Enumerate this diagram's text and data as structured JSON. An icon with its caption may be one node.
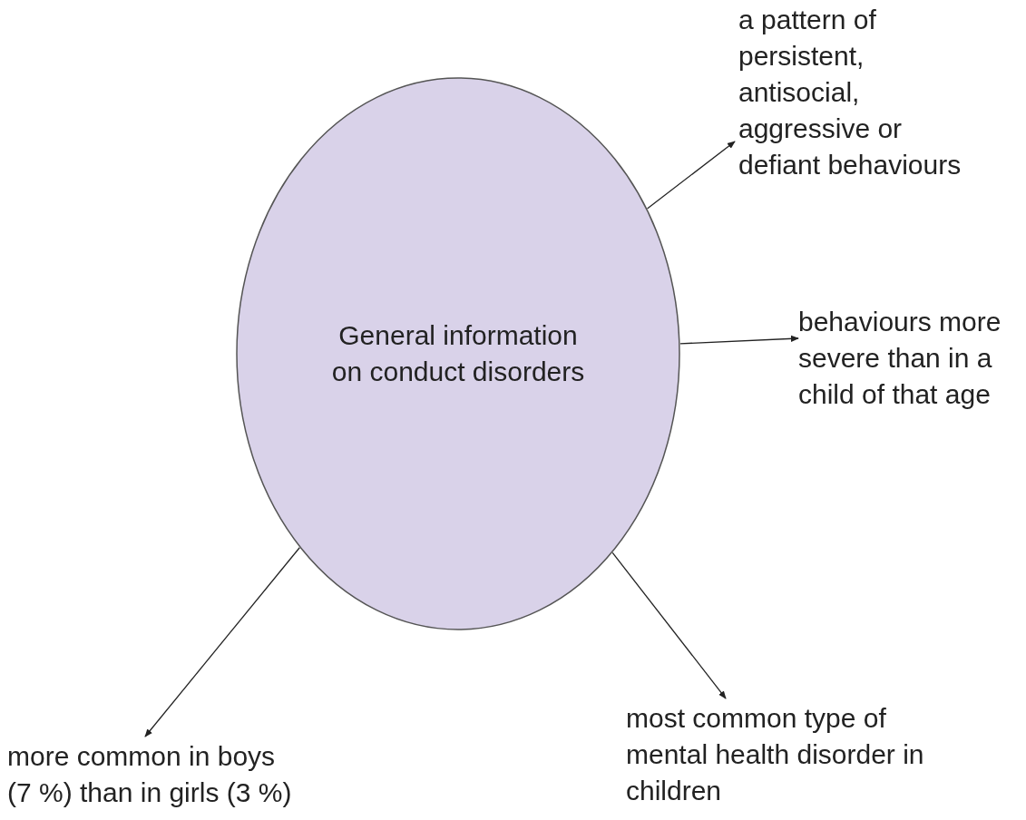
{
  "diagram": {
    "nodes": [
      {
        "text": [
          "General information on conduct disorders"
        ]
      },
      {
        "text": [
          "a pattern of persistent, antisocial, aggressive or defiant behaviours"
        ]
      },
      {
        "text": [
          "behaviours more severe than in a child of that age"
        ]
      },
      {
        "text": [
          "most common type of mental health disorder in children"
        ]
      },
      {
        "text": [
          "more common in boys (7 %) than in girls (3 %)"
        ]
      }
    ],
    "edges": [
      {
        "from": 0,
        "to": 1,
        "arrow": "to"
      },
      {
        "from": 0,
        "to": 2,
        "arrow": "to"
      },
      {
        "from": 0,
        "to": 3,
        "arrow": "to"
      },
      {
        "from": 0,
        "to": 4,
        "arrow": "to"
      }
    ]
  }
}
